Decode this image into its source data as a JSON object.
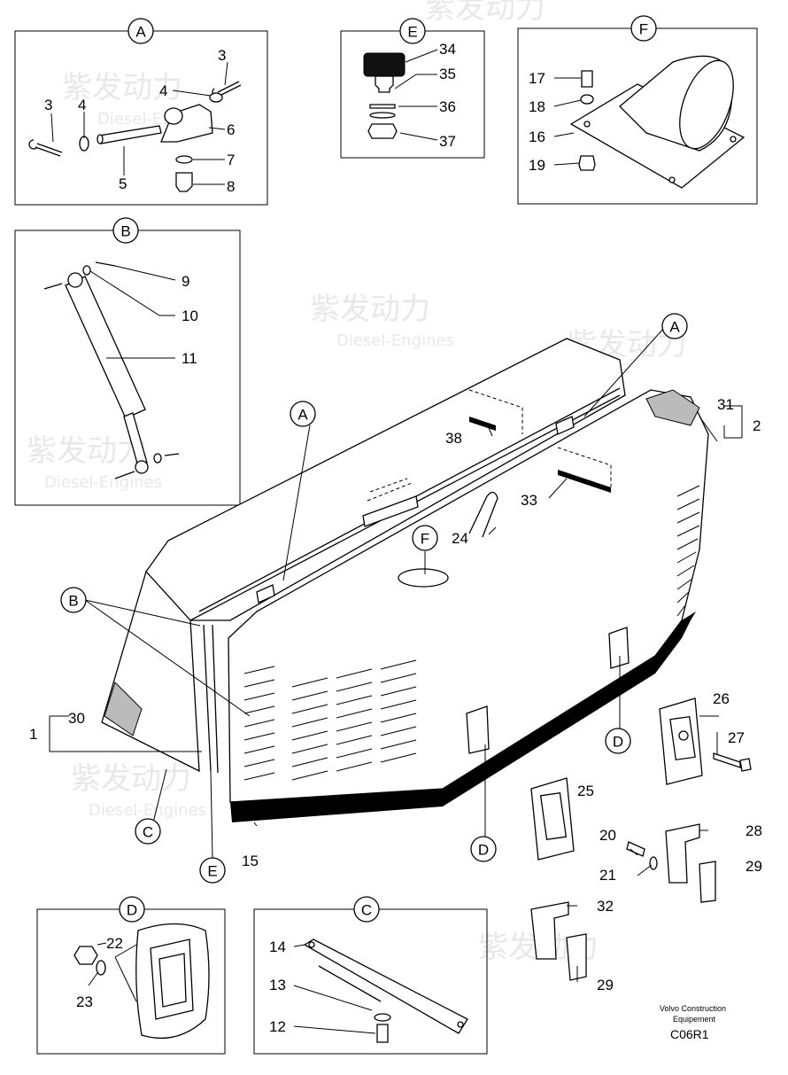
{
  "watermark": {
    "brand": "紫发动力",
    "sub": "Diesel-Engines"
  },
  "footer": {
    "maker": "Volvo Construction",
    "maker2": "Equipement",
    "code": "C06R1"
  },
  "details": {
    "A": {
      "id": "A",
      "parts": [
        "3",
        "4",
        "3",
        "4",
        "6",
        "7",
        "5",
        "8"
      ]
    },
    "B": {
      "id": "B",
      "parts": [
        "9",
        "10",
        "11"
      ]
    },
    "E": {
      "id": "E",
      "parts": [
        "34",
        "35",
        "36",
        "37"
      ]
    },
    "F": {
      "id": "F",
      "parts": [
        "17",
        "18",
        "16",
        "19"
      ]
    },
    "D": {
      "id": "D",
      "parts": [
        "22",
        "23"
      ]
    },
    "C": {
      "id": "C",
      "parts": [
        "14",
        "13",
        "12"
      ]
    }
  },
  "main": {
    "refs": [
      "A",
      "A",
      "B",
      "C",
      "D",
      "D",
      "E",
      "F"
    ],
    "parts": [
      "1",
      "2",
      "15",
      "20",
      "21",
      "24",
      "25",
      "26",
      "27",
      "28",
      "29",
      "29",
      "30",
      "31",
      "32",
      "33",
      "38"
    ]
  }
}
